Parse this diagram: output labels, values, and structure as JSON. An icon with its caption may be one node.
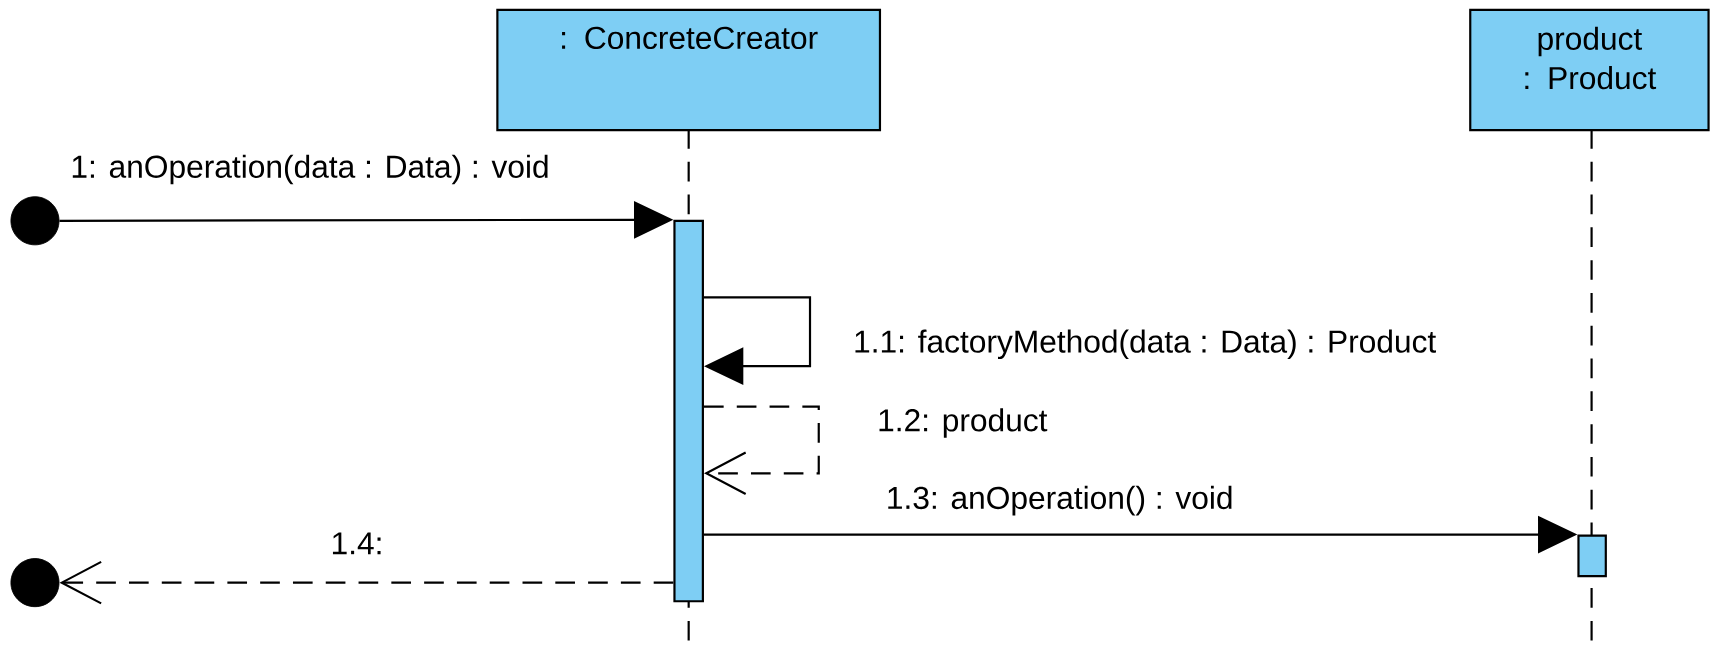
{
  "diagram": {
    "nodes": [
      {
        "text": [
          ": ConcreteCreator"
        ]
      },
      {
        "text": [
          "product : Product"
        ]
      },
      {
        "text": [],
        "shape": "circle"
      },
      {
        "text": [],
        "shape": "bar"
      },
      {
        "text": [],
        "shape": "bar"
      },
      {
        "text": [],
        "shape": "circle"
      }
    ],
    "edges": [
      {
        "from": 2,
        "to": 3,
        "arrow": "to",
        "label": "1: anOperation(data : Data) : void"
      },
      {
        "from": 3,
        "to": 3,
        "arrow": "to",
        "label": "1.1: factoryMethod(data : Data) : Product"
      },
      {
        "from": 3,
        "to": 3,
        "arrow": "to",
        "style": "dashed",
        "label": "1.2: product"
      },
      {
        "from": 3,
        "to": 4,
        "arrow": "to",
        "label": "1.3: anOperation() : void"
      },
      {
        "from": 3,
        "to": 5,
        "arrow": "to",
        "style": "dashed",
        "label": "1.4:"
      }
    ]
  }
}
